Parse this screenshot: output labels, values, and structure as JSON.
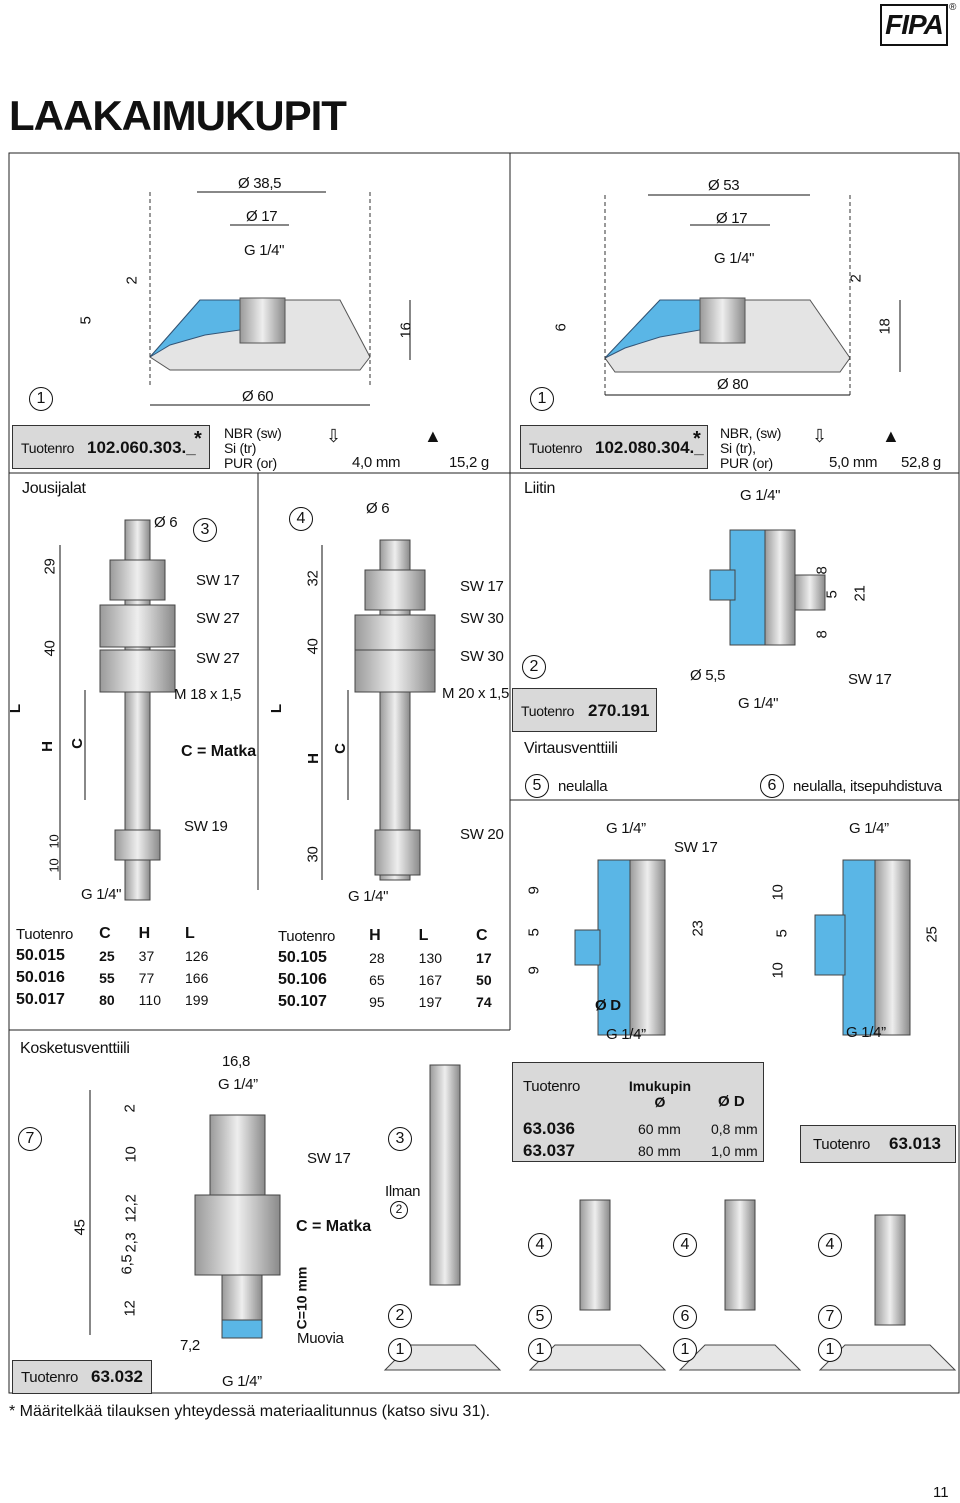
{
  "brand": {
    "logo_text": "FIPA",
    "registered": "®"
  },
  "page": {
    "title": "LAAKAIMUKUPIT",
    "page_number": "11"
  },
  "footnote": "* Määritelkää tilauksen yhteydessä materiaalitunnus (katso sivu 31).",
  "cup_left": {
    "dims": {
      "d1": "Ø 38,5",
      "d2": "Ø 17",
      "thread": "G 1/4\"",
      "h2": "2",
      "h5": "5",
      "h16": "16",
      "d60": "Ø 60"
    },
    "marker": "1",
    "part_label": "Tuotenro",
    "part_no": "102.060.303._",
    "asterisk": "*",
    "material": [
      "NBR (sw)",
      "Si (tr)",
      "PUR (or)"
    ],
    "stroke": "4,0 mm",
    "weight": "15,2 g"
  },
  "cup_right": {
    "dims": {
      "d1": "Ø 53",
      "d2": "Ø 17",
      "thread": "G 1/4\"",
      "h6": "6",
      "h2": "2",
      "h18": "18",
      "d80": "Ø 80"
    },
    "marker": "1",
    "part_label": "Tuotenro",
    "part_no": "102.080.304._",
    "asterisk": "*",
    "material": [
      "NBR, (sw)",
      "Si (tr),",
      "PUR (or)"
    ],
    "stroke": "5,0 mm",
    "weight": "52,8 g"
  },
  "jousijalat": {
    "heading": "Jousijalat",
    "left": {
      "marker": "3",
      "dia": "Ø 6",
      "labels": [
        "SW 17",
        "SW 27",
        "SW 27",
        "M 18 x 1,5",
        "C = Matka",
        "SW 19",
        "G 1/4\""
      ],
      "dims": [
        "29",
        "40",
        "L",
        "H",
        "C",
        "10",
        "10"
      ]
    },
    "right": {
      "marker": "4",
      "dia": "Ø 6",
      "labels": [
        "SW 17",
        "SW 30",
        "SW 30",
        "M 20 x 1,5",
        "SW 20",
        "G 1/4\""
      ],
      "dims": [
        "32",
        "40",
        "L",
        "H",
        "C",
        "30"
      ]
    },
    "table_left": {
      "headers": [
        "Tuotenro",
        "C",
        "H",
        "L"
      ],
      "rows": [
        [
          "50.015",
          "25",
          "37",
          "126"
        ],
        [
          "50.016",
          "55",
          "77",
          "166"
        ],
        [
          "50.017",
          "80",
          "110",
          "199"
        ]
      ]
    },
    "table_right": {
      "headers": [
        "Tuotenro",
        "H",
        "L",
        "C"
      ],
      "rows": [
        [
          "50.105",
          "28",
          "130",
          "17"
        ],
        [
          "50.106",
          "65",
          "167",
          "50"
        ],
        [
          "50.107",
          "95",
          "197",
          "74"
        ]
      ]
    }
  },
  "liitin": {
    "heading": "Liitin",
    "marker": "2",
    "part_label": "Tuotenro",
    "part_no": "270.191",
    "labels": [
      "G 1/4\"",
      "Ø 5,5",
      "G 1/4\"",
      "SW 17"
    ],
    "dims": [
      "8",
      "5",
      "8",
      "21"
    ]
  },
  "virtaus": {
    "heading": "Virtausventtiili",
    "v5": {
      "marker": "5",
      "label": "neulalla",
      "top": "G 1/4”",
      "sw": "SW 17",
      "bottom": "G 1/4”",
      "od": "Ø D",
      "dims": [
        "9",
        "5",
        "9",
        "23"
      ]
    },
    "v6": {
      "marker": "6",
      "label": "neulalla, itsepuhdistuva",
      "top": "G 1/4”",
      "bottom": "G 1/4”",
      "dims": [
        "10",
        "5",
        "10",
        "25"
      ]
    }
  },
  "valve_table": {
    "headers": [
      "Tuotenro",
      "Imukupin Ø",
      "Ø D"
    ],
    "rows": [
      [
        "63.036",
        "60 mm",
        "0,8 mm"
      ],
      [
        "63.037",
        "80 mm",
        "1,0 mm"
      ]
    ]
  },
  "part_63013": {
    "label": "Tuotenro",
    "part_no": "63.013"
  },
  "kosketus": {
    "heading": "Kosketusventtiili",
    "marker": "7",
    "labels": [
      "16,8",
      "G 1/4”",
      "SW 17",
      "C = Matka",
      "C=10 mm",
      "Muovia",
      "7,2",
      "G 1/4”"
    ],
    "dims": [
      "2",
      "10",
      "12,2",
      "2,3",
      "6,5",
      "12",
      "45"
    ],
    "part_label": "Tuotenro",
    "part_no": "63.032"
  },
  "assemblies": {
    "ilman": "Ilman",
    "a1": [
      "3",
      "2",
      "2",
      "1"
    ],
    "a2": [
      "4",
      "5",
      "1"
    ],
    "a3": [
      "4",
      "6",
      "1"
    ],
    "a4": [
      "4",
      "7",
      "1"
    ]
  }
}
